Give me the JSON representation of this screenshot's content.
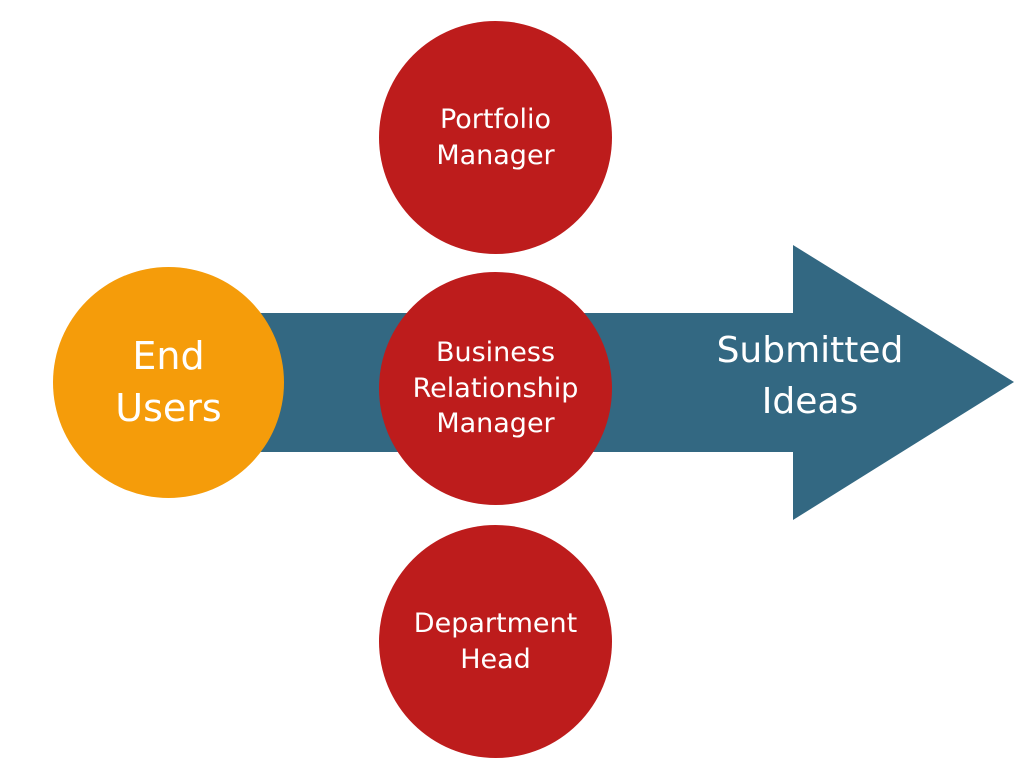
{
  "colors": {
    "arrow": "#336882",
    "role_circle": "#bd1c1c",
    "source_circle": "#f59c0a",
    "text": "#ffffff"
  },
  "source": {
    "line1": "End",
    "line2": "Users"
  },
  "roles": [
    {
      "line1": "Portfolio",
      "line2": "Manager",
      "line3": ""
    },
    {
      "line1": "Business",
      "line2": "Relationship",
      "line3": "Manager"
    },
    {
      "line1": "Department",
      "line2": "Head",
      "line3": ""
    }
  ],
  "output": {
    "line1": "Submitted",
    "line2": "Ideas"
  }
}
